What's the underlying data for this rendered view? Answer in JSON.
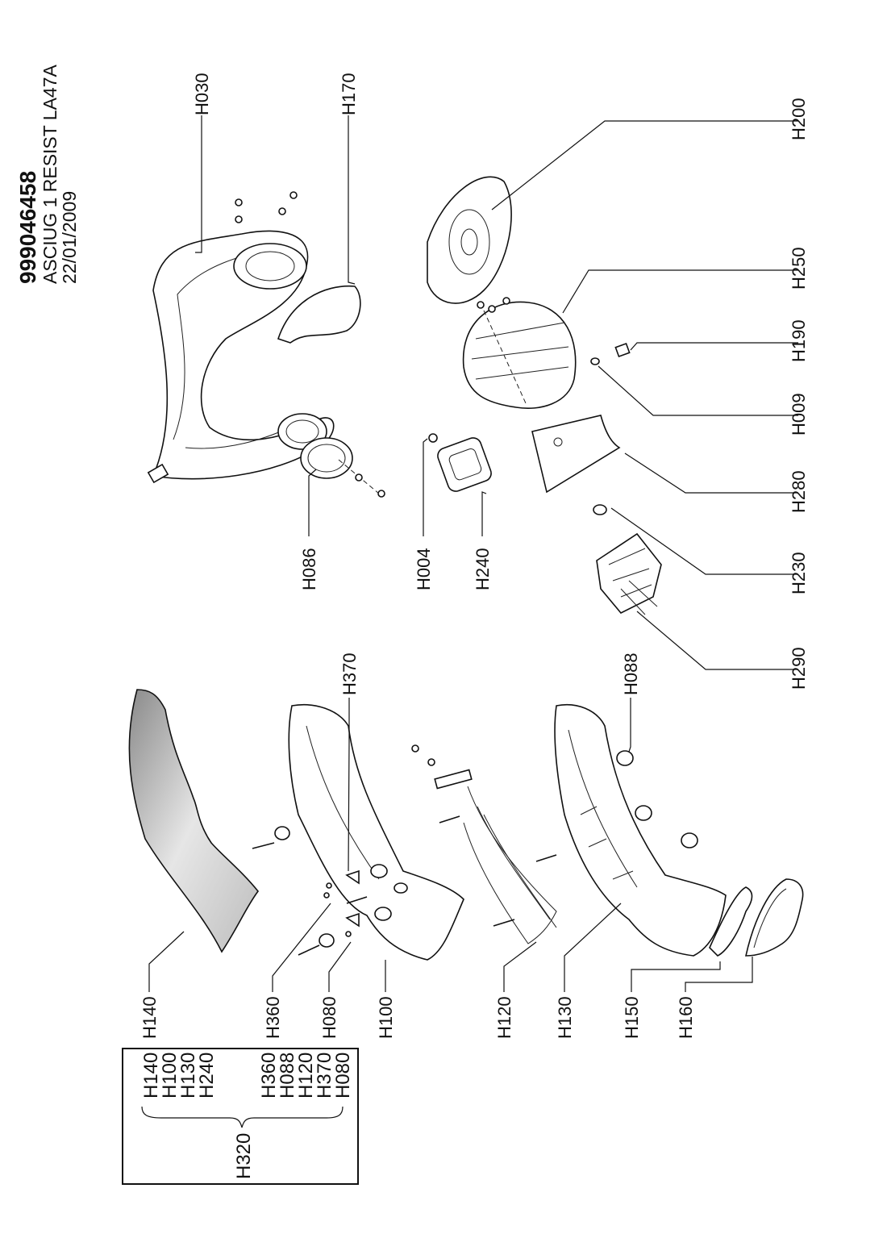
{
  "header": {
    "code": "999046458",
    "title": "ASCIUG 1 RESIST LA47A",
    "date": "22/01/2009"
  },
  "labels": {
    "H030": "H030",
    "H170": "H170",
    "H200": "H200",
    "H250": "H250",
    "H190": "H190",
    "H009": "H009",
    "H280": "H280",
    "H230": "H230",
    "H290": "H290",
    "H086": "H086",
    "H004": "H004",
    "H240": "H240",
    "H370": "H370",
    "H088": "H088",
    "H140": "H140",
    "H360": "H360",
    "H080": "H080",
    "H100": "H100",
    "H120": "H120",
    "H130": "H130",
    "H150": "H150",
    "H160": "H160"
  },
  "kit": {
    "name": "H320",
    "group_a": [
      "H140",
      "H100",
      "H130",
      "H240"
    ],
    "group_b": [
      "H360",
      "H088",
      "H120",
      "H370",
      "H080"
    ]
  }
}
